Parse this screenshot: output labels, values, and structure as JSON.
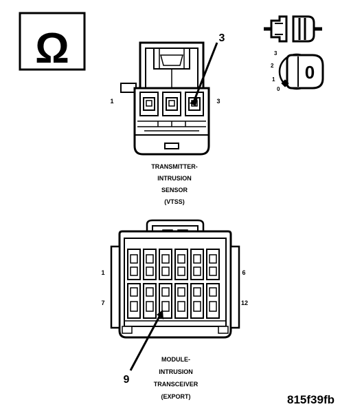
{
  "symbols": {
    "ohm_symbol": "Ω",
    "key_position_value": "0",
    "key_positions": [
      "3",
      "2",
      "1",
      "0"
    ]
  },
  "connector1": {
    "callout_number": "3",
    "pin_left": "1",
    "pin_right": "3",
    "name_lines": [
      "TRANSMITTER-",
      "INTRUSION",
      "SENSOR",
      "(VTSS)"
    ]
  },
  "connector2": {
    "callout_number": "9",
    "pin_top_left": "1",
    "pin_top_right": "6",
    "pin_bottom_left": "7",
    "pin_bottom_right": "12",
    "name_lines": [
      "MODULE-",
      "INTRUSION",
      "TRANSCEIVER",
      "(EXPORT)"
    ]
  },
  "figure_id": "815f39fb",
  "colors": {
    "ink": "#000000",
    "paper": "#ffffff"
  }
}
